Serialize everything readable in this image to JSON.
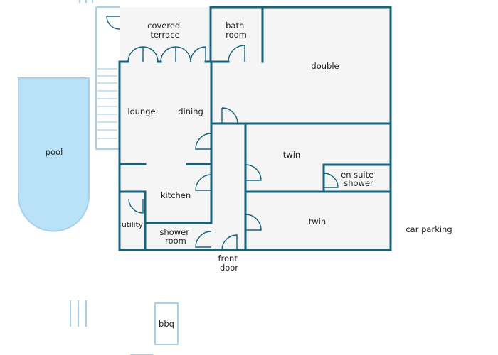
{
  "rooms": {
    "covered_terrace": [
      "covered",
      "terrace"
    ],
    "bath_room": [
      "bath",
      "room"
    ],
    "double": "double",
    "lounge": "lounge",
    "dining": "dining",
    "twin_upper": "twin",
    "en_suite_shower": [
      "en suite",
      "shower"
    ],
    "kitchen": "kitchen",
    "utility": "utility",
    "shower_room": [
      "shower",
      "room"
    ],
    "twin_lower": "twin",
    "front_door": [
      "front",
      "door"
    ]
  },
  "outside": {
    "pool": "pool",
    "car_parking": "car parking",
    "bbq": "bbq"
  },
  "colors": {
    "wall": "#17637f",
    "floor": "#f5f5f5",
    "pool_fill": "#b9e1f7",
    "pool_stroke": "#a9d2ea"
  }
}
